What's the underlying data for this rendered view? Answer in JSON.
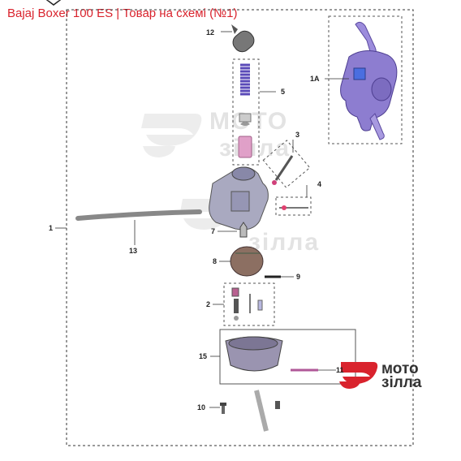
{
  "header": {
    "title": "Bajaj Boxer 100 ES | Товар на схемі (№1)"
  },
  "callouts": {
    "c1": "1",
    "c1a": "1A",
    "c2": "2",
    "c3": "3",
    "c4": "4",
    "c5": "5",
    "c7": "7",
    "c8": "8",
    "c9": "9",
    "c10": "10",
    "c11": "11",
    "c12": "12",
    "c13": "13",
    "c15": "15"
  },
  "watermark": {
    "line1": "МОТО",
    "line2": "зілла"
  },
  "logo": {
    "line1": "мото",
    "line2": "зілла"
  },
  "colors": {
    "accent": "#d9232d",
    "part_purple": "#8d7dd0",
    "watermark": "#e3e3e3"
  }
}
